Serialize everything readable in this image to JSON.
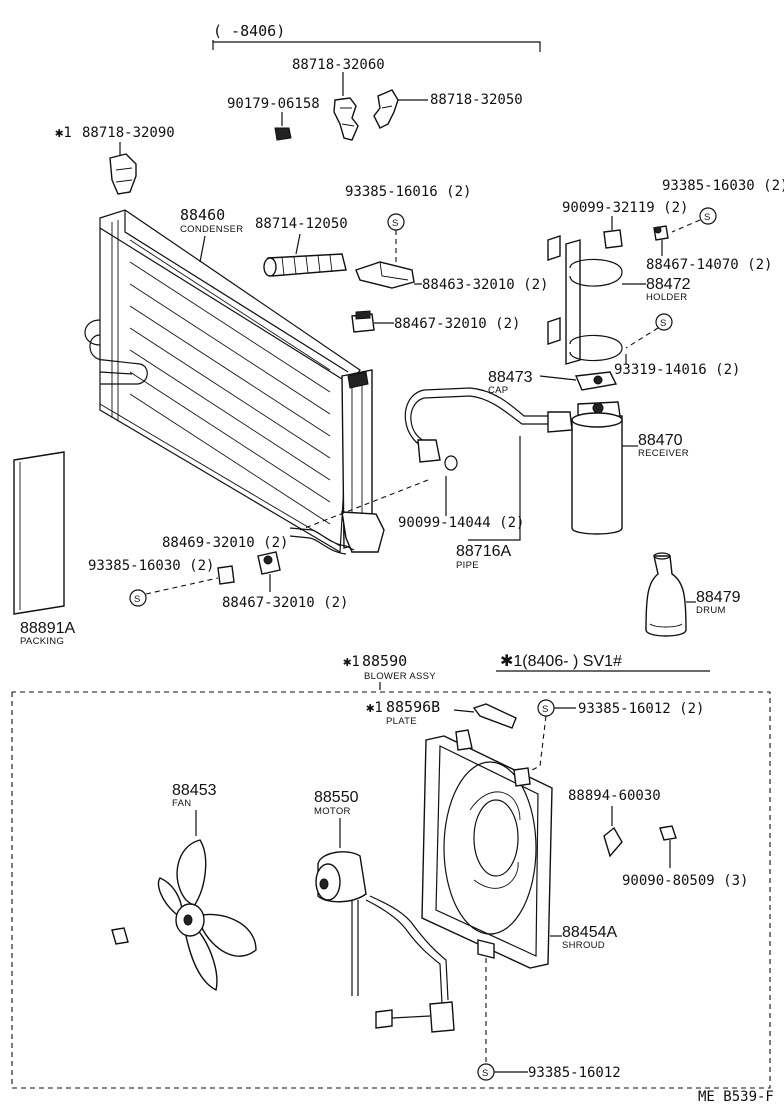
{
  "header": {
    "bracket_label": "(      -8406)"
  },
  "parts": {
    "p88718_32060": "88718-32060",
    "p90179_06158": "90179-06158",
    "p88718_32050": "88718-32050",
    "p88718_32090": "88718-32090",
    "star1_a": "✱1",
    "p93385_16016": "93385-16016 (2)",
    "p88460": "88460",
    "condenser": "CONDENSER",
    "p88714_12050": "88714-12050",
    "p88463_32010": "88463-32010 (2)",
    "p88467_32010_top": "88467-32010 (2)",
    "p93385_16030_top": "93385-16030 (2)",
    "p90099_32119": "90099-32119 (2)",
    "p88467_14070": "88467-14070 (2)",
    "p88472": "88472",
    "holder": "HOLDER",
    "p93319_14016": "93319-14016 (2)",
    "p88473": "88473",
    "cap": "CAP",
    "p88470": "88470",
    "receiver": "RECEIVER",
    "p90099_14044": "90099-14044 (2)",
    "p88716A": "88716A",
    "pipe": "PIPE",
    "p88469_32010": "88469-32010 (2)",
    "p93385_16030_bot": "93385-16030 (2)",
    "p88467_32010_bot": "88467-32010 (2)",
    "p88891A": "88891A",
    "packing": "PACKING",
    "p88479": "88479",
    "drum": "DRUM",
    "star1_b": "✱1",
    "p88590": "88590",
    "blower_assy": "BLOWER ASSY",
    "range_note": "✱1(8406-       ) SV1#",
    "star1_c": "✱1",
    "p88596B": "88596B",
    "plate": "PLATE",
    "p93385_16012_top": "93385-16012 (2)",
    "p88453": "88453",
    "fan": "FAN",
    "p88550": "88550",
    "motor": "MOTOR",
    "p88894_60030": "88894-60030",
    "p90090_80509": "90090-80509 (3)",
    "p88454A": "88454A",
    "shroud": "SHROUD",
    "p93385_16012_bot": "93385-16012",
    "ref_code": "ME B539-F",
    "s": "S"
  }
}
